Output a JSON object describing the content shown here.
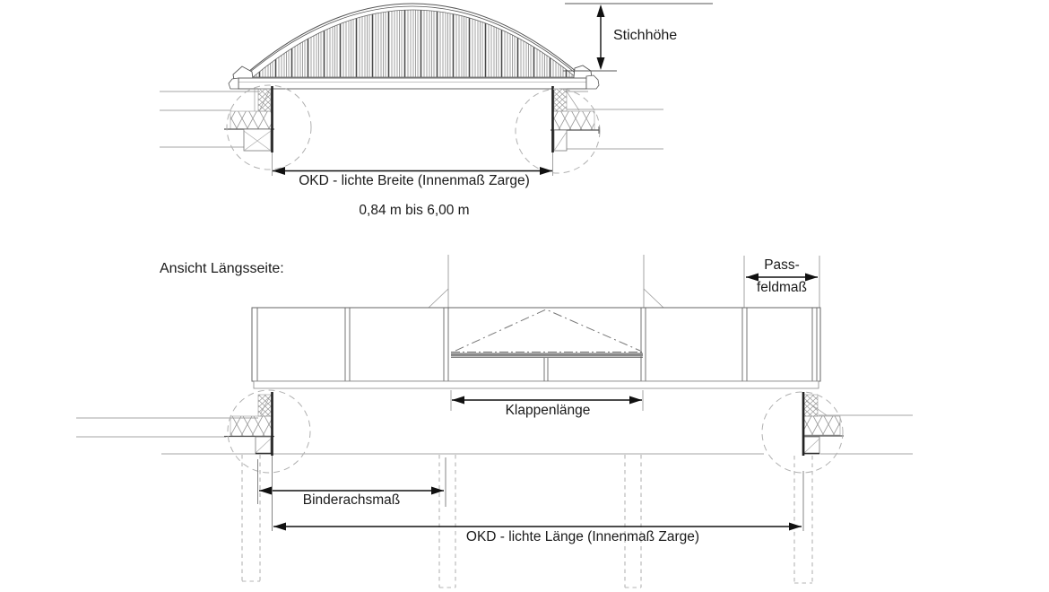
{
  "drawing": {
    "kind": "technical-drawing",
    "background": "#ffffff",
    "line_color": "#555555",
    "dimension_color": "#111111",
    "detail_circle_color": "#b0b0b0"
  },
  "cross_section": {
    "dim_stichhoehe": "Stichhöhe",
    "dim_breite": "OKD - lichte Breite (Innenmaß Zarge)",
    "breite_range": "0,84 m bis 6,00 m"
  },
  "side_view": {
    "heading": "Ansicht Längsseite:",
    "dim_passfeld_line1": "Pass-",
    "dim_passfeld_line2": "feldmaß",
    "dim_klappenlaenge": "Klappenlänge",
    "dim_binderachsmass": "Binderachsmaß",
    "dim_laenge": "OKD - lichte Länge (Innenmaß Zarge)"
  }
}
